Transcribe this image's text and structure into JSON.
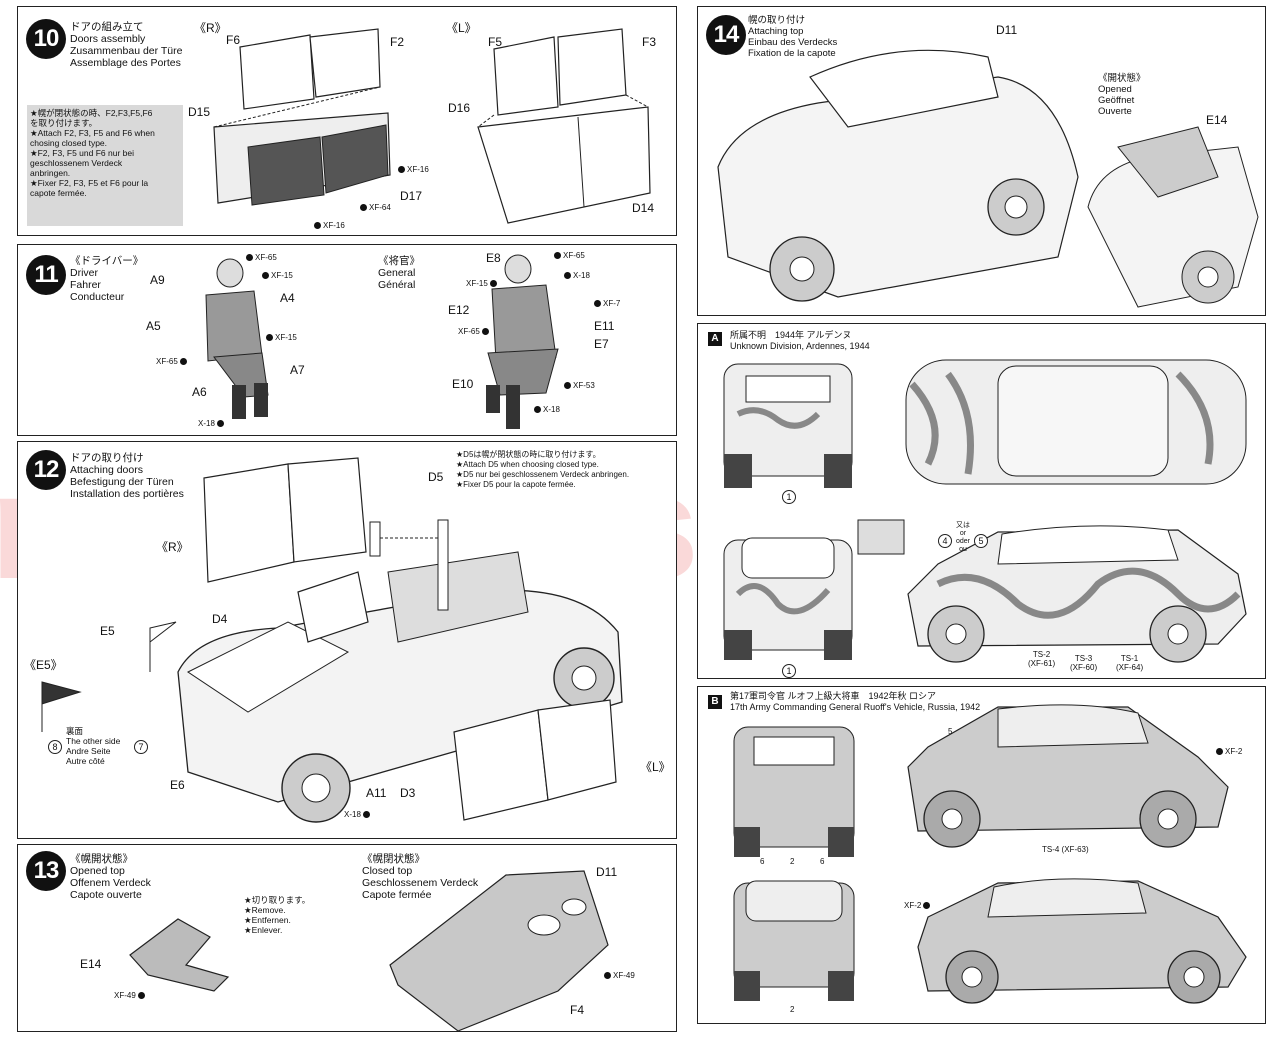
{
  "watermark": "modelarstvi.cz",
  "step10": {
    "num": "10",
    "title_jp": "ドアの組み立て",
    "title_en": "Doors assembly",
    "title_de": "Zusammenbau der Türe",
    "title_fr": "Assemblage des Portes",
    "side_r": "《R》",
    "side_l": "《L》",
    "note": [
      "★幌が閉状態の時、F2,F3,F5,F6",
      "を取り付けます。",
      "★Attach F2, F3, F5 and F6 when",
      "chosing closed type.",
      "★F2, F3, F5 und F6 nur bei",
      "geschlossenem Verdeck",
      "anbringen.",
      "★Fixer F2, F3, F5 et F6 pour la",
      "capote fermée."
    ],
    "parts": {
      "f6": "F6",
      "f2": "F2",
      "f5": "F5",
      "f3": "F3",
      "d15": "D15",
      "d16": "D16",
      "d17": "D17",
      "d14": "D14"
    },
    "paints": {
      "xf16a": "XF-16",
      "xf64": "XF-64",
      "xf16b": "XF-16"
    }
  },
  "step11": {
    "num": "11",
    "title_jp": "《ドライバー》",
    "title_en": "Driver",
    "title_de": "Fahrer",
    "title_fr": "Conducteur",
    "general_jp": "《将官》",
    "general_en": "General",
    "general_fr": "Général",
    "parts": {
      "a9": "A9",
      "a4": "A4",
      "a5": "A5",
      "a7": "A7",
      "a6": "A6",
      "e8": "E8",
      "e12": "E12",
      "e11": "E11",
      "e7": "E7",
      "e10": "E10"
    },
    "paints": {
      "xf65a": "XF-65",
      "xf15a": "XF-15",
      "xf15b": "XF-15",
      "xf65b": "XF-65",
      "x18a": "X-18",
      "xf65c": "XF-65",
      "x18b": "X-18",
      "xf15c": "XF-15",
      "xf7": "XF-7",
      "xf65d": "XF-65",
      "xf53": "XF-53",
      "x18c": "X-18"
    }
  },
  "step12": {
    "num": "12",
    "title_jp": "ドアの取り付け",
    "title_en": "Attaching doors",
    "title_de": "Befestigung der Türen",
    "title_fr": "Installation des portières",
    "note": [
      "★D5は幌が閉状態の時に取り付けます。",
      "★Attach D5 when choosing closed type.",
      "★D5 nur bei geschlossenem Verdeck anbringen.",
      "★Fixer D5 pour la capote fermée."
    ],
    "side_r": "《R》",
    "side_l": "《L》",
    "e5_label": "《E5》",
    "other_side": [
      "裏面",
      "The other side",
      "Andre Seite",
      "Autre côté"
    ],
    "parts": {
      "d5": "D5",
      "d4": "D4",
      "e5": "E5",
      "e6": "E6",
      "a11": "A11",
      "d3": "D3"
    },
    "paints": {
      "x18": "X-18"
    },
    "decals": {
      "c8": "8",
      "c7": "7"
    }
  },
  "step13": {
    "num": "13",
    "title_jp": "《幌開状態》",
    "title_en": "Opened top",
    "title_de": "Offenem Verdeck",
    "title_fr": "Capote ouverte",
    "closed_jp": "《幌閉状態》",
    "closed_en": "Closed top",
    "closed_de": "Geschlossenem Verdeck",
    "closed_fr": "Capote fermée",
    "cut_note": [
      "★切り取ります。",
      "★Remove.",
      "★Entfernen.",
      "★Enlever."
    ],
    "parts": {
      "e14": "E14",
      "d11": "D11",
      "f4": "F4"
    },
    "paints": {
      "xf49a": "XF-49",
      "xf49b": "XF-49"
    }
  },
  "step14": {
    "num": "14",
    "title_jp": "幌の取り付け",
    "title_en": "Attaching top",
    "title_de": "Einbau des Verdecks",
    "title_fr": "Fixation de la capote",
    "opened_jp": "《開状態》",
    "opened_en": "Opened",
    "opened_de": "Geöffnet",
    "opened_fr": "Ouverte",
    "parts": {
      "d11": "D11",
      "e14": "E14"
    }
  },
  "schemeA": {
    "badge": "A",
    "title_jp": "所属不明　1944年 アルデンヌ",
    "title_en": "Unknown Division, Ardennes, 1944",
    "or_text": [
      "又は",
      "or",
      "oder",
      "ou"
    ],
    "decals": {
      "d1a": "1",
      "d1b": "1",
      "d4": "4",
      "d5": "5"
    },
    "paints": [
      {
        "code": "TS-2",
        "name": "(XF-61)"
      },
      {
        "code": "TS-3",
        "name": "(XF-60)"
      },
      {
        "code": "TS-1",
        "name": "(XF-64)"
      }
    ]
  },
  "schemeB": {
    "badge": "B",
    "title_jp": "第17軍司令官 ルオフ上級大将車　1942年秋 ロシア",
    "title_en": "17th Army Commanding General Ruoff's Vehicle, Russia, 1942",
    "decals": {
      "d5": "5",
      "d6a": "6",
      "d2a": "2",
      "d6b": "6",
      "d2b": "2"
    },
    "paints": {
      "xf2a": "XF-2",
      "ts4": "TS-4 (XF-63)",
      "xf2b": "XF-2"
    }
  }
}
